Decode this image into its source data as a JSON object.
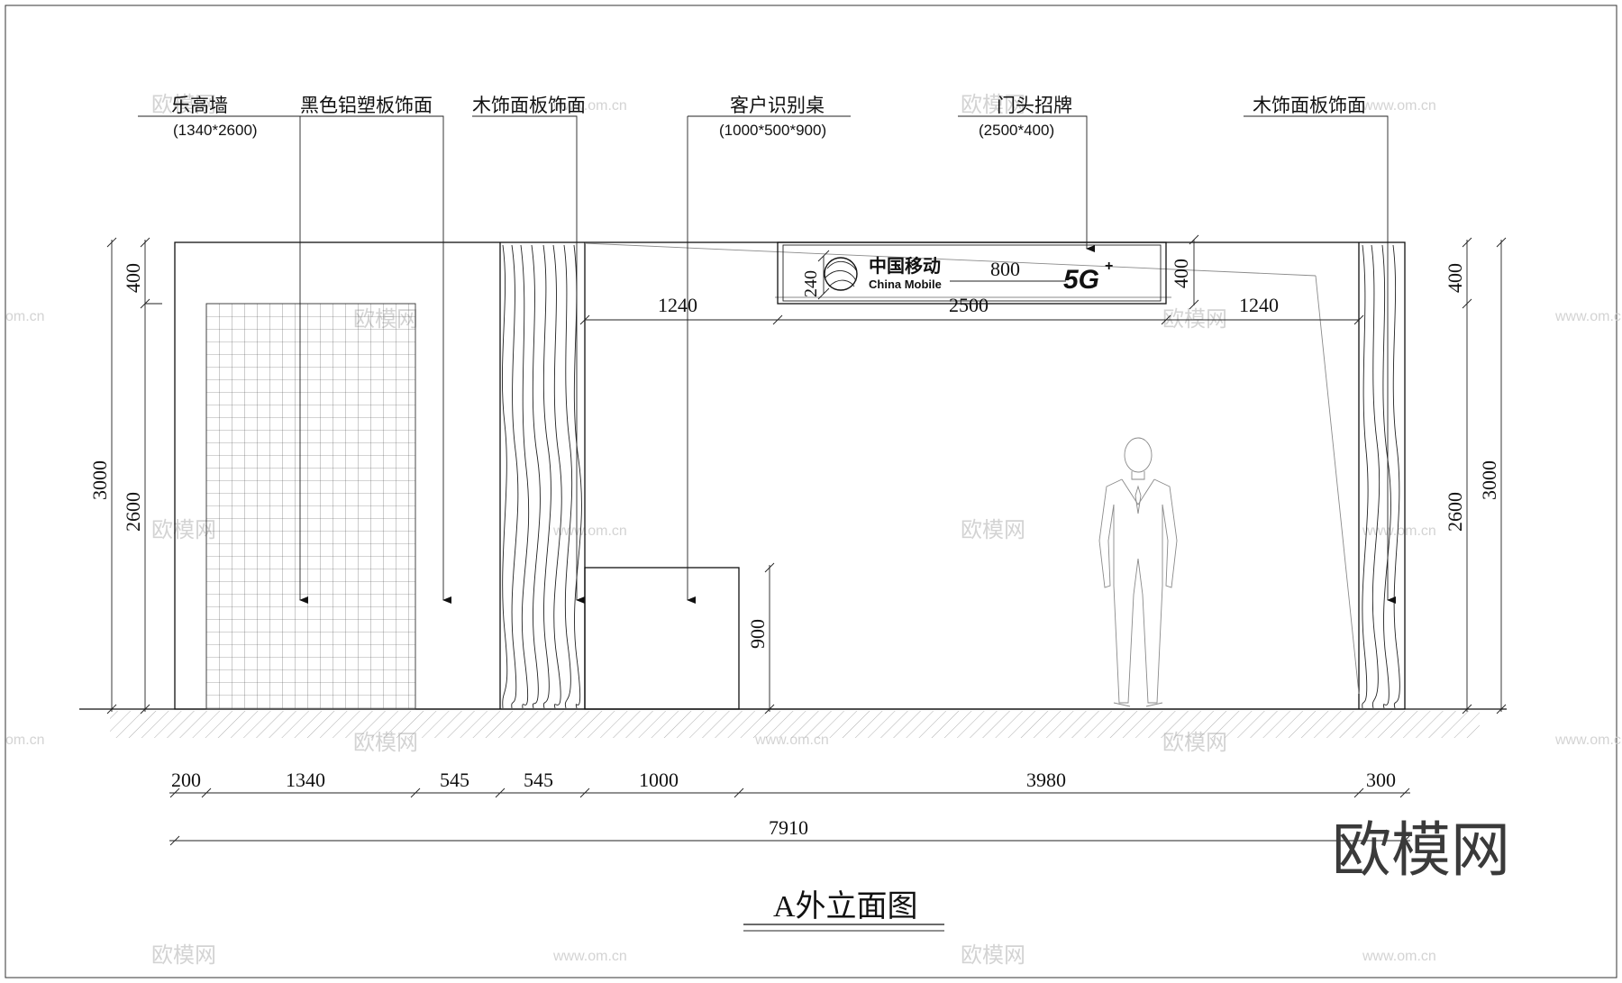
{
  "drawing": {
    "title": "A外立面图"
  },
  "callouts": [
    {
      "label": "乐高墙",
      "sub": "(1340*2600)"
    },
    {
      "label": "黑色铝塑板饰面",
      "sub": ""
    },
    {
      "label": "木饰面板饰面",
      "sub": ""
    },
    {
      "label": "客户识别桌",
      "sub": "(1000*500*900)"
    },
    {
      "label": "门头招牌",
      "sub": "(2500*400)"
    },
    {
      "label": "木饰面板饰面",
      "sub": ""
    }
  ],
  "sign": {
    "cn_text": "中国移动",
    "en_text": "China Mobile",
    "badge": "5G",
    "badge_plus": "+",
    "dims": {
      "height": "240",
      "gap": "800",
      "right_height": "400"
    }
  },
  "dimensions": {
    "top_row": [
      "1240",
      "2500",
      "1240"
    ],
    "left_outer": "3000",
    "left_top": "400",
    "left_inner": "2600",
    "right_outer": "3000",
    "right_top": "400",
    "right_inner": "2600",
    "desk_height": "900",
    "bottom_row": [
      "200",
      "1340",
      "545",
      "545",
      "1000",
      "3980",
      "300"
    ],
    "total": "7910"
  },
  "watermark": {
    "logo_text": "欧模网",
    "small_text": "欧模网",
    "url_text": "www.om.cn",
    "url_short": "om.cn"
  }
}
